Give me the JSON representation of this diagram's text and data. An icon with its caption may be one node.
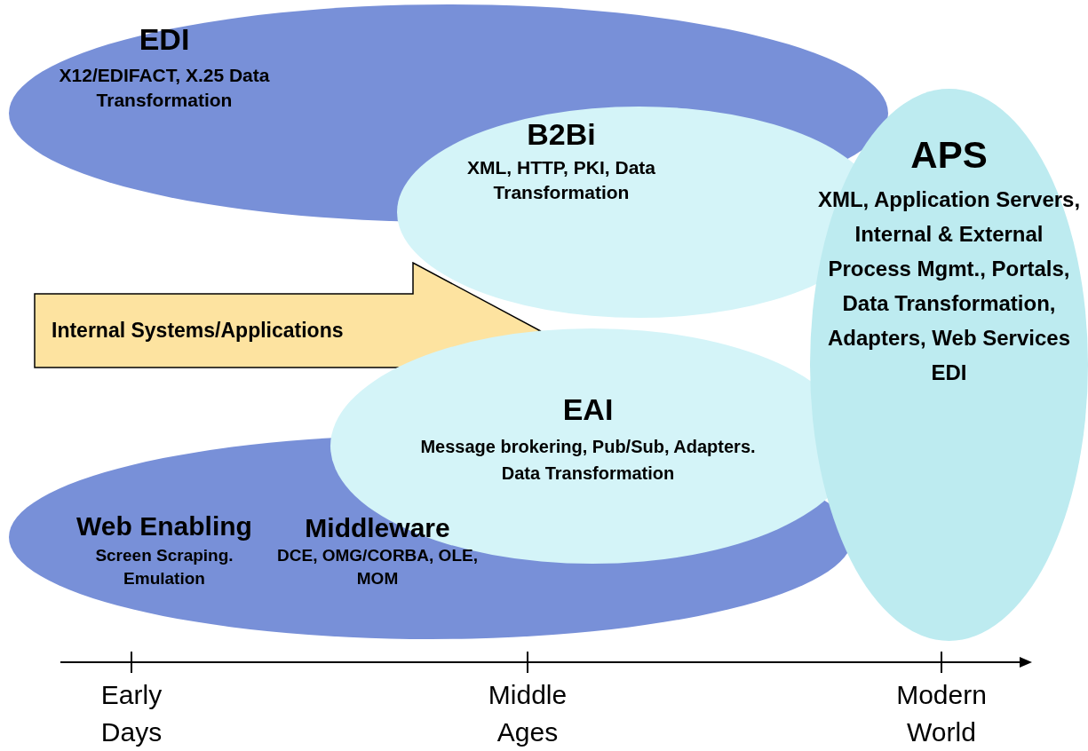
{
  "diagram": {
    "nodes": [
      {
        "text": [
          "EDI",
          "X12/EDIFACT, X.25 Data Transformation"
        ]
      },
      {
        "text": [
          "B2Bi",
          "XML, HTTP, PKI, Data Transformation"
        ]
      },
      {
        "text": [
          "Internal Systems/Applications"
        ]
      },
      {
        "text": [
          "Web Enabling",
          "Screen Scraping. Emulation"
        ]
      },
      {
        "text": [
          "Middleware",
          "DCE, OMG/CORBA, OLE, MOM"
        ],
        "in": 3
      },
      {
        "text": [
          "EAI",
          "Message brokering, Pub/Sub, Adapters. Data Transformation"
        ]
      },
      {
        "text": [
          "APS",
          "XML, Application Servers, Internal & External Process Mgmt., Portals, Data Transformation, Adapters, Web Services EDI"
        ]
      }
    ],
    "edges": [],
    "labels": [
      "Early Days",
      "Middle Ages",
      "Modern World"
    ]
  }
}
